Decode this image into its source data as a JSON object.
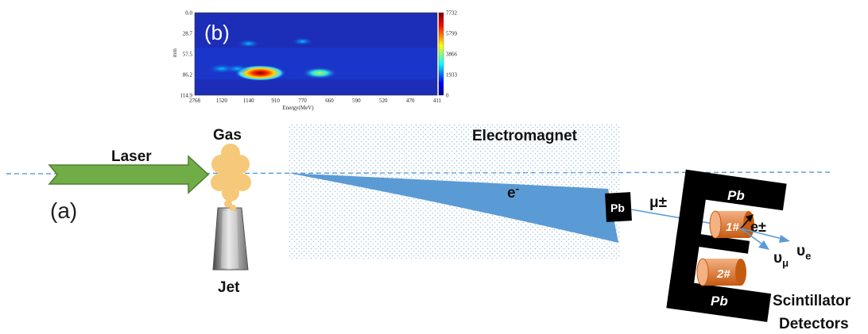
{
  "panel_labels": {
    "a": "(a)",
    "b": "(b)"
  },
  "labels": {
    "laser": "Laser",
    "gas": "Gas",
    "jet": "Jet",
    "electromagnet": "Electromagnet",
    "electron": "e",
    "electron_sup": "-",
    "pb_small": "Pb",
    "muon": "μ±",
    "detector_pb_top": "Pb",
    "detector_pb_bottom": "Pb",
    "scint_1": "1#",
    "scint_2": "2#",
    "positron": "e±",
    "nu_e": "υ",
    "nu_e_sub": "e",
    "nu_mu": "υ",
    "nu_mu_sub": "μ",
    "detectors_line1": "Scintillator",
    "detectors_line2": "Detectors"
  },
  "colors": {
    "laser_arrow": "#6aa84f",
    "beam_fan": "#5b9bd5",
    "dashed_axis": "#5b9bd5",
    "gas_cloud": "#f6c97a",
    "scintillator": "#ed7d31",
    "lead": "#000000",
    "magnet_dots": "#9dc3e6"
  },
  "chart_data": {
    "type": "heatmap",
    "xlabel": "Energy(MeV)",
    "ylabel": "mm",
    "x_ticks": [
      "2768",
      "1520",
      "1140",
      "910",
      "770",
      "660",
      "590",
      "520",
      "470",
      "411"
    ],
    "y_ticks": [
      "0.0",
      "28.7",
      "57.5",
      "86.2",
      "114.9"
    ],
    "colorbar_ticks": [
      "7732",
      "5799",
      "3866",
      "1933",
      "0"
    ],
    "colormap": "jet",
    "hotspots": [
      {
        "energy_mev": 1040,
        "position_mm": 84,
        "intensity": 7700
      },
      {
        "energy_mev": 700,
        "position_mm": 84,
        "intensity": 4200
      },
      {
        "energy_mev": 1520,
        "position_mm": 78,
        "intensity": 2600
      },
      {
        "energy_mev": 1300,
        "position_mm": 78,
        "intensity": 2000
      },
      {
        "energy_mev": 1140,
        "position_mm": 43,
        "intensity": 1500
      },
      {
        "energy_mev": 770,
        "position_mm": 40,
        "intensity": 1200
      }
    ]
  }
}
